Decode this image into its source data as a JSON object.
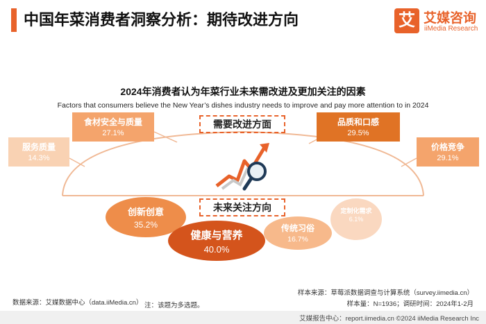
{
  "header": {
    "title": "中国年菜消费者洞察分析：期待改进方向",
    "logo_box": "艾",
    "logo_cn": "艾媒咨询",
    "logo_en": "iiMedia Research"
  },
  "chart_data": {
    "type": "other",
    "title": "2024年消费者认为年菜行业未来需改进及更加关注的因素",
    "subtitle": "Factors that consumers believe the New Year’s dishes industry needs to improve and pay more attention to in 2024",
    "groups": [
      {
        "label": "需要改进方面",
        "items": [
          {
            "name": "服务质量",
            "value": 14.3,
            "value_label": "14.3%"
          },
          {
            "name": "食材安全与质量",
            "value": 27.1,
            "value_label": "27.1%"
          },
          {
            "name": "品质和口感",
            "value": 29.5,
            "value_label": "29.5%"
          },
          {
            "name": "价格竞争",
            "value": 29.1,
            "value_label": "29.1%"
          }
        ]
      },
      {
        "label": "未来关注方向",
        "items": [
          {
            "name": "创新创意",
            "value": 35.2,
            "value_label": "35.2%"
          },
          {
            "name": "健康与营养",
            "value": 40.0,
            "value_label": "40.0%"
          },
          {
            "name": "传统习俗",
            "value": 16.7,
            "value_label": "16.7%"
          },
          {
            "name": "定制化需求",
            "value": 6.1,
            "value_label": "6.1%"
          }
        ]
      }
    ],
    "colors": {
      "accent": "#e8622a",
      "dark": "#e07325",
      "mid": "#f4a46c",
      "light": "#f9d2b3"
    }
  },
  "footer": {
    "source_left": "数据来源：艾媒数据中心（data.iiMedia.cn）",
    "note": "注：该题为多选题。",
    "sample_source": "样本来源：草莓派数据调查与计算系统（survey.iimedia.cn）",
    "sample_size": "样本量：N=1936；调研时间：2024年1-2月",
    "bottom_bar": "艾媒报告中心：report.iimedia.cn    ©2024  iiMedia Research  Inc"
  }
}
